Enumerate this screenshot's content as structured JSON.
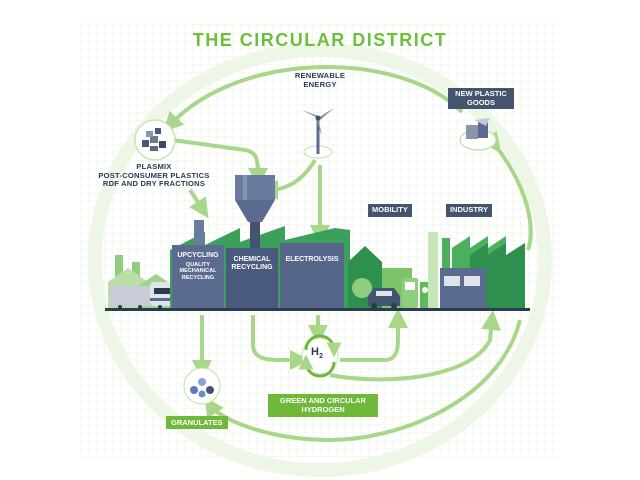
{
  "title": "THE CIRCULAR DISTRICT",
  "labels": {
    "renewable": [
      "RENEWABLE",
      "ENERGY"
    ],
    "new_plastic": [
      "NEW PLASTIC",
      "GOODS"
    ],
    "plasmix": [
      "PLASMIX",
      "POST-CONSUMER PLASTICS",
      "RDF AND DRY FRACTIONS"
    ],
    "mobility": "MOBILITY",
    "industry": "INDUSTRY",
    "upcycling": "UPCYCLING",
    "upcycling_sub": [
      "QUALITY",
      "MECHANICAL",
      "RECYCLING"
    ],
    "chemical": [
      "CHEMICAL",
      "RECYCLING"
    ],
    "electrolysis": "ELECTROLYSIS",
    "granulates": "GRANULATES",
    "hydrogen": [
      "GREEN AND CIRCULAR",
      "HYDROGEN"
    ],
    "h2_symbol": "H",
    "h2_subscript": "2"
  },
  "colors": {
    "title": "#6cbf3d",
    "green": "#6fb83a",
    "light_green": "#a8d78a",
    "navy": "#44546e",
    "plant_blue": "#5b6b8f",
    "dark_green": "#2e8f4e",
    "mid_green": "#4caf5e",
    "grid": "#e6f1dd"
  }
}
